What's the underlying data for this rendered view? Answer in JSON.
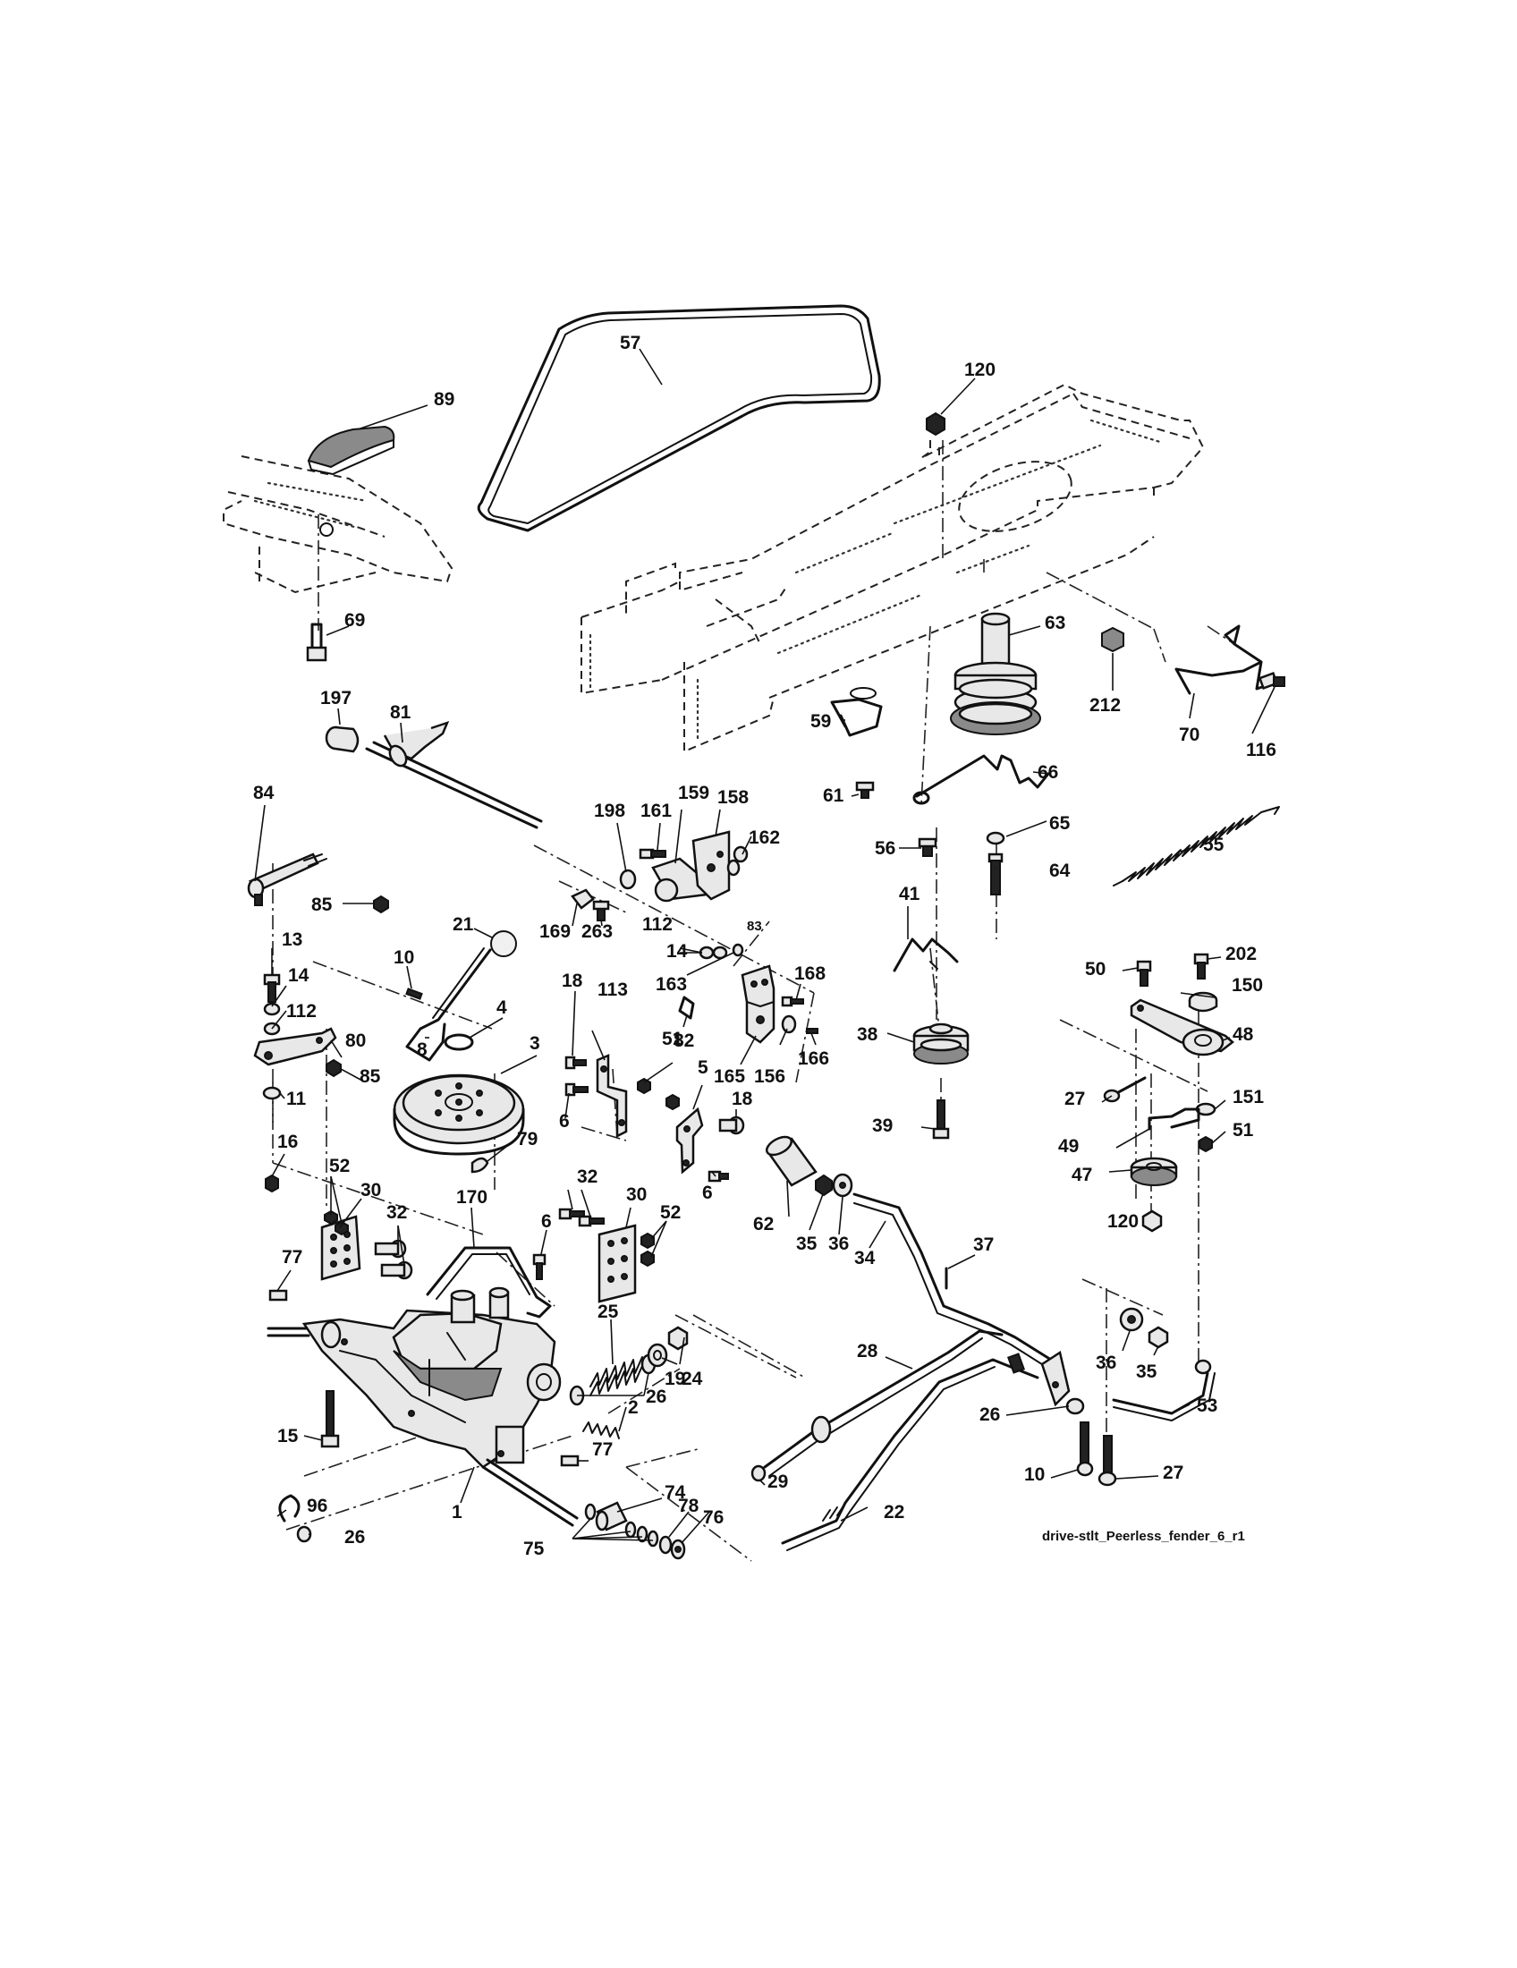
{
  "diagram": {
    "caption": "drive-stlt_Peerless_fender_6_r1",
    "callouts": [
      {
        "id": "c57",
        "text": "57"
      },
      {
        "id": "c89",
        "text": "89"
      },
      {
        "id": "c120a",
        "text": "120"
      },
      {
        "id": "c69",
        "text": "69"
      },
      {
        "id": "c63",
        "text": "63"
      },
      {
        "id": "c212",
        "text": "212"
      },
      {
        "id": "c70",
        "text": "70"
      },
      {
        "id": "c116",
        "text": "116"
      },
      {
        "id": "c197",
        "text": "197"
      },
      {
        "id": "c81",
        "text": "81"
      },
      {
        "id": "c59",
        "text": "59"
      },
      {
        "id": "c61",
        "text": "61"
      },
      {
        "id": "c66",
        "text": "66"
      },
      {
        "id": "c84",
        "text": "84"
      },
      {
        "id": "c198",
        "text": "198"
      },
      {
        "id": "c161",
        "text": "161"
      },
      {
        "id": "c159",
        "text": "159"
      },
      {
        "id": "c158",
        "text": "158"
      },
      {
        "id": "c162",
        "text": "162"
      },
      {
        "id": "c56",
        "text": "56"
      },
      {
        "id": "c65",
        "text": "65"
      },
      {
        "id": "c55",
        "text": "55"
      },
      {
        "id": "c85a",
        "text": "85"
      },
      {
        "id": "c21",
        "text": "21"
      },
      {
        "id": "c169",
        "text": "169"
      },
      {
        "id": "c263",
        "text": "263"
      },
      {
        "id": "c112a",
        "text": "112"
      },
      {
        "id": "c83",
        "text": "83"
      },
      {
        "id": "c14a",
        "text": "14"
      },
      {
        "id": "c64",
        "text": "64"
      },
      {
        "id": "c41",
        "text": "41"
      },
      {
        "id": "c13",
        "text": "13"
      },
      {
        "id": "c10a",
        "text": "10"
      },
      {
        "id": "c163",
        "text": "163"
      },
      {
        "id": "c14b",
        "text": "14"
      },
      {
        "id": "c168",
        "text": "168"
      },
      {
        "id": "c50",
        "text": "50"
      },
      {
        "id": "c202",
        "text": "202"
      },
      {
        "id": "c150",
        "text": "150"
      },
      {
        "id": "c112b",
        "text": "112"
      },
      {
        "id": "c8",
        "text": "8"
      },
      {
        "id": "c82",
        "text": "82"
      },
      {
        "id": "c80",
        "text": "80"
      },
      {
        "id": "c18a",
        "text": "18"
      },
      {
        "id": "c113",
        "text": "113"
      },
      {
        "id": "c4",
        "text": "4"
      },
      {
        "id": "c165",
        "text": "165"
      },
      {
        "id": "c156",
        "text": "156"
      },
      {
        "id": "c166",
        "text": "166"
      },
      {
        "id": "c38",
        "text": "38"
      },
      {
        "id": "c48",
        "text": "48"
      },
      {
        "id": "c3",
        "text": "3"
      },
      {
        "id": "c51a",
        "text": "51"
      },
      {
        "id": "c85b",
        "text": "85"
      },
      {
        "id": "c11",
        "text": "11"
      },
      {
        "id": "c5",
        "text": "5"
      },
      {
        "id": "c27a",
        "text": "27"
      },
      {
        "id": "c151",
        "text": "151"
      },
      {
        "id": "c18b",
        "text": "18"
      },
      {
        "id": "c6a",
        "text": "6"
      },
      {
        "id": "c39",
        "text": "39"
      },
      {
        "id": "c51b",
        "text": "51"
      },
      {
        "id": "c79",
        "text": "79"
      },
      {
        "id": "c49",
        "text": "49"
      },
      {
        "id": "c16",
        "text": "16"
      },
      {
        "id": "c6b",
        "text": "6"
      },
      {
        "id": "c47",
        "text": "47"
      },
      {
        "id": "c52a",
        "text": "52"
      },
      {
        "id": "c62",
        "text": "62"
      },
      {
        "id": "c32a",
        "text": "32"
      },
      {
        "id": "c30a",
        "text": "30"
      },
      {
        "id": "c120b",
        "text": "120"
      },
      {
        "id": "c32b",
        "text": "32"
      },
      {
        "id": "c170",
        "text": "170"
      },
      {
        "id": "c30b",
        "text": "30"
      },
      {
        "id": "c52b",
        "text": "52"
      },
      {
        "id": "c35a",
        "text": "35"
      },
      {
        "id": "c36a",
        "text": "36"
      },
      {
        "id": "c6c",
        "text": "6"
      },
      {
        "id": "c37",
        "text": "37"
      },
      {
        "id": "c77a",
        "text": "77"
      },
      {
        "id": "c34",
        "text": "34"
      },
      {
        "id": "c25",
        "text": "25"
      },
      {
        "id": "c24",
        "text": "24"
      },
      {
        "id": "c28",
        "text": "28"
      },
      {
        "id": "c19",
        "text": "19"
      },
      {
        "id": "c36b",
        "text": "36"
      },
      {
        "id": "c35b",
        "text": "35"
      },
      {
        "id": "c26a",
        "text": "26"
      },
      {
        "id": "c53",
        "text": "53"
      },
      {
        "id": "c2",
        "text": "2"
      },
      {
        "id": "c26b",
        "text": "26"
      },
      {
        "id": "c15",
        "text": "15"
      },
      {
        "id": "c77b",
        "text": "77"
      },
      {
        "id": "c29",
        "text": "29"
      },
      {
        "id": "c10b",
        "text": "10"
      },
      {
        "id": "c27b",
        "text": "27"
      },
      {
        "id": "c96",
        "text": "96"
      },
      {
        "id": "c74",
        "text": "74"
      },
      {
        "id": "c22",
        "text": "22"
      },
      {
        "id": "c1",
        "text": "1"
      },
      {
        "id": "c78",
        "text": "78"
      },
      {
        "id": "c76",
        "text": "76"
      },
      {
        "id": "c26c",
        "text": "26"
      },
      {
        "id": "c75",
        "text": "75"
      }
    ]
  }
}
